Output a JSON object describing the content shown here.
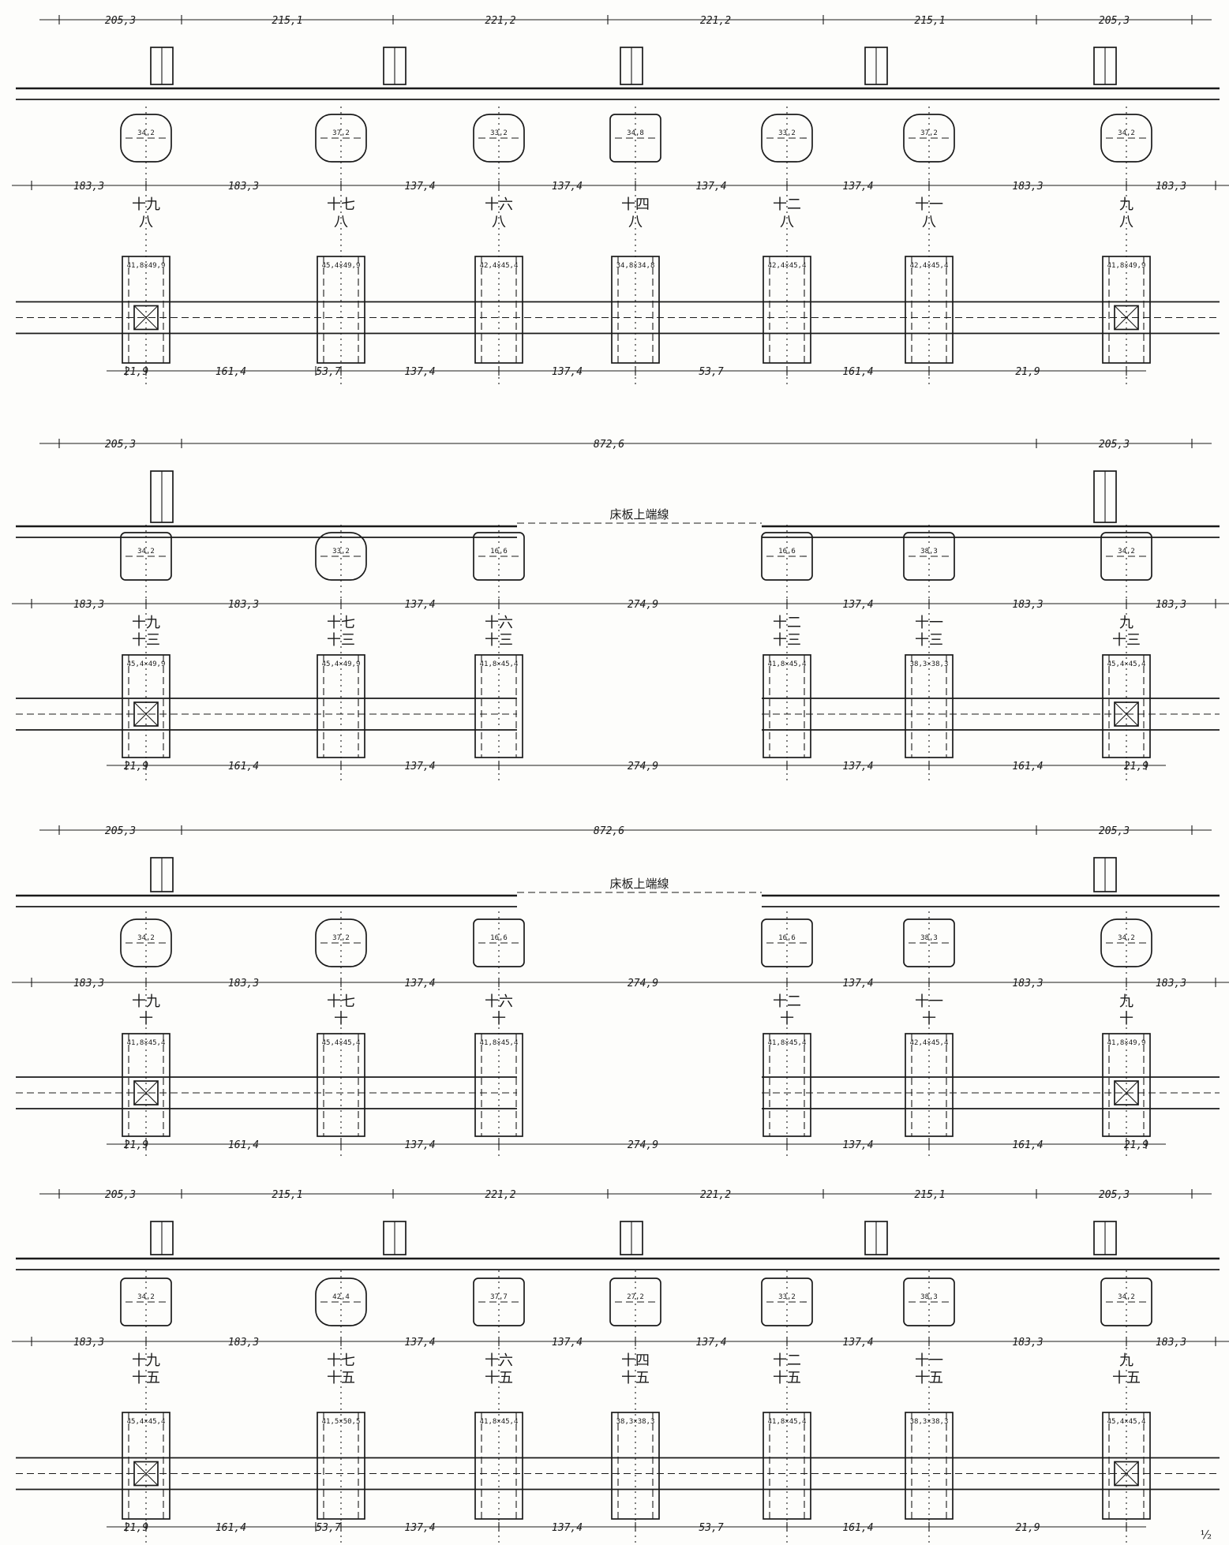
{
  "sheet_code": "½",
  "floor_note": "床板上端線",
  "sections": [
    {
      "id": "s1",
      "top_dims": [
        "205,3",
        "215,1",
        "221,2",
        "221,2",
        "215,1",
        "205,3"
      ],
      "beam_dims": [
        "183,3",
        "183,3",
        "137,4",
        "137,4",
        "137,4",
        "137,4",
        "183,3",
        "183,3"
      ],
      "columns": [
        {
          "label": "十九\n八",
          "size": "41,8×49,9",
          "beam": "34,2",
          "round": true
        },
        {
          "label": "十七\n八",
          "size": "45,4×49,9",
          "beam": "37,2",
          "round": true
        },
        {
          "label": "十六\n八",
          "size": "42,4×45,4",
          "beam": "33,2",
          "round": true
        },
        {
          "label": "十四\n八",
          "size": "34,8×34,8",
          "beam": "34,8",
          "round": false
        },
        {
          "label": "十二\n八",
          "size": "42,4×45,4",
          "beam": "33,2",
          "round": true
        },
        {
          "label": "十一\n八",
          "size": "42,4×45,4",
          "beam": "37,2",
          "round": true
        },
        {
          "label": "九\n八",
          "size": "41,8×49,9",
          "beam": "34,2",
          "round": true
        }
      ],
      "plan_dims": [
        "21,9",
        "161,4",
        "53,7",
        "137,4",
        "137,4",
        "53,7",
        "161,4",
        "21,9"
      ]
    },
    {
      "id": "s2",
      "top_dims": [
        "205,3",
        "872,6",
        "205,3"
      ],
      "beam_dims": [
        "183,3",
        "183,3",
        "137,4",
        "274,9",
        "137,4",
        "183,3",
        "183,3"
      ],
      "columns": [
        {
          "label": "十九\n十三",
          "size": "45,4×49,9",
          "beam": "34,2",
          "round": false
        },
        {
          "label": "十七\n十三",
          "size": "45,4×49,9",
          "beam": "33,2",
          "round": true
        },
        {
          "label": "十六\n十三",
          "size": "41,8×45,4",
          "beam": "16,6",
          "round": false
        },
        {
          "label": "十二\n十三",
          "size": "41,8×45,4",
          "beam": "16,6",
          "round": false
        },
        {
          "label": "十一\n十三",
          "size": "38,3×38,3",
          "beam": "38,3",
          "round": false
        },
        {
          "label": "九\n十三",
          "size": "45,4×45,4",
          "beam": "34,2",
          "round": false
        }
      ],
      "plan_dims": [
        "21,9",
        "161,4",
        "137,4",
        "274,9",
        "137,4",
        "161,4",
        "21,9"
      ]
    },
    {
      "id": "s3",
      "top_dims": [
        "205,3",
        "872,6",
        "205,3"
      ],
      "beam_dims": [
        "183,3",
        "183,3",
        "137,4",
        "274,9",
        "137,4",
        "183,3",
        "183,3"
      ],
      "columns": [
        {
          "label": "十九\n十",
          "size": "41,8×45,4",
          "beam": "34,2",
          "round": true
        },
        {
          "label": "十七\n十",
          "size": "45,4×45,4",
          "beam": "37,2",
          "round": true
        },
        {
          "label": "十六\n十",
          "size": "41,8×45,4",
          "beam": "16,6",
          "round": false
        },
        {
          "label": "十二\n十",
          "size": "41,8×45,4",
          "beam": "16,6",
          "round": false
        },
        {
          "label": "十一\n十",
          "size": "42,4×45,4",
          "beam": "38,3",
          "round": false
        },
        {
          "label": "九\n十",
          "size": "41,8×49,9",
          "beam": "34,2",
          "round": true
        }
      ],
      "plan_dims": [
        "21,9",
        "161,4",
        "137,4",
        "274,9",
        "137,4",
        "161,4",
        "21,9"
      ]
    },
    {
      "id": "s4",
      "top_dims": [
        "205,3",
        "215,1",
        "221,2",
        "221,2",
        "215,1",
        "205,3"
      ],
      "beam_dims": [
        "183,3",
        "183,3",
        "137,4",
        "137,4",
        "137,4",
        "137,4",
        "183,3",
        "183,3"
      ],
      "columns": [
        {
          "label": "十九\n十五",
          "size": "45,4×45,4",
          "beam": "34,2",
          "round": false
        },
        {
          "label": "十七\n十五",
          "size": "41,5×50,5",
          "beam": "42,4",
          "round": true
        },
        {
          "label": "十六\n十五",
          "size": "41,8×45,4",
          "beam": "37,7",
          "round": false
        },
        {
          "label": "十四\n十五",
          "size": "38,3×38,3",
          "beam": "27,2",
          "round": false
        },
        {
          "label": "十二\n十五",
          "size": "41,8×45,4",
          "beam": "33,2",
          "round": false
        },
        {
          "label": "十一\n十五",
          "size": "38,3×38,3",
          "beam": "38,3",
          "round": false
        },
        {
          "label": "九\n十五",
          "size": "45,4×45,4",
          "beam": "34,2",
          "round": false
        }
      ],
      "plan_dims": [
        "21,9",
        "161,4",
        "53,7",
        "137,4",
        "137,4",
        "53,7",
        "161,4",
        "21,9"
      ]
    }
  ]
}
